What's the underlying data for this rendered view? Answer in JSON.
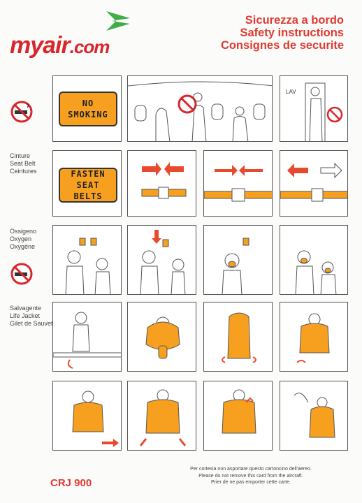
{
  "brand": {
    "name": "myair",
    "suffix": ".com"
  },
  "titles": [
    "Sicurezza a bordo",
    "Safety instructions",
    "Consignes de securite"
  ],
  "sections": {
    "seatbelt": [
      "Cinture",
      "Seat Belt",
      "Ceintures"
    ],
    "oxygen": [
      "Ossigeno",
      "Oxygen",
      "Oxygène"
    ],
    "lifejacket": [
      "Salvagente",
      "Life Jacket",
      "Gilet de Sauvetage"
    ]
  },
  "signs": {
    "no_smoking": [
      "NO",
      "SMOKING"
    ],
    "fasten_belts": [
      "FASTEN",
      "SEAT BELTS"
    ],
    "lav": "LAV"
  },
  "footer_note": [
    "Per cortesia non asportare questo cartoncino dell'aereo.",
    "Please do not remove this card from the aircraft.",
    "Prier de ne pas emporter cette carte."
  ],
  "aircraft_model": "CRJ 900",
  "colors": {
    "brand_red": "#d8262c",
    "title_red": "#e03a33",
    "accent_orange": "#f7a020",
    "brand_green": "#3fae49"
  }
}
